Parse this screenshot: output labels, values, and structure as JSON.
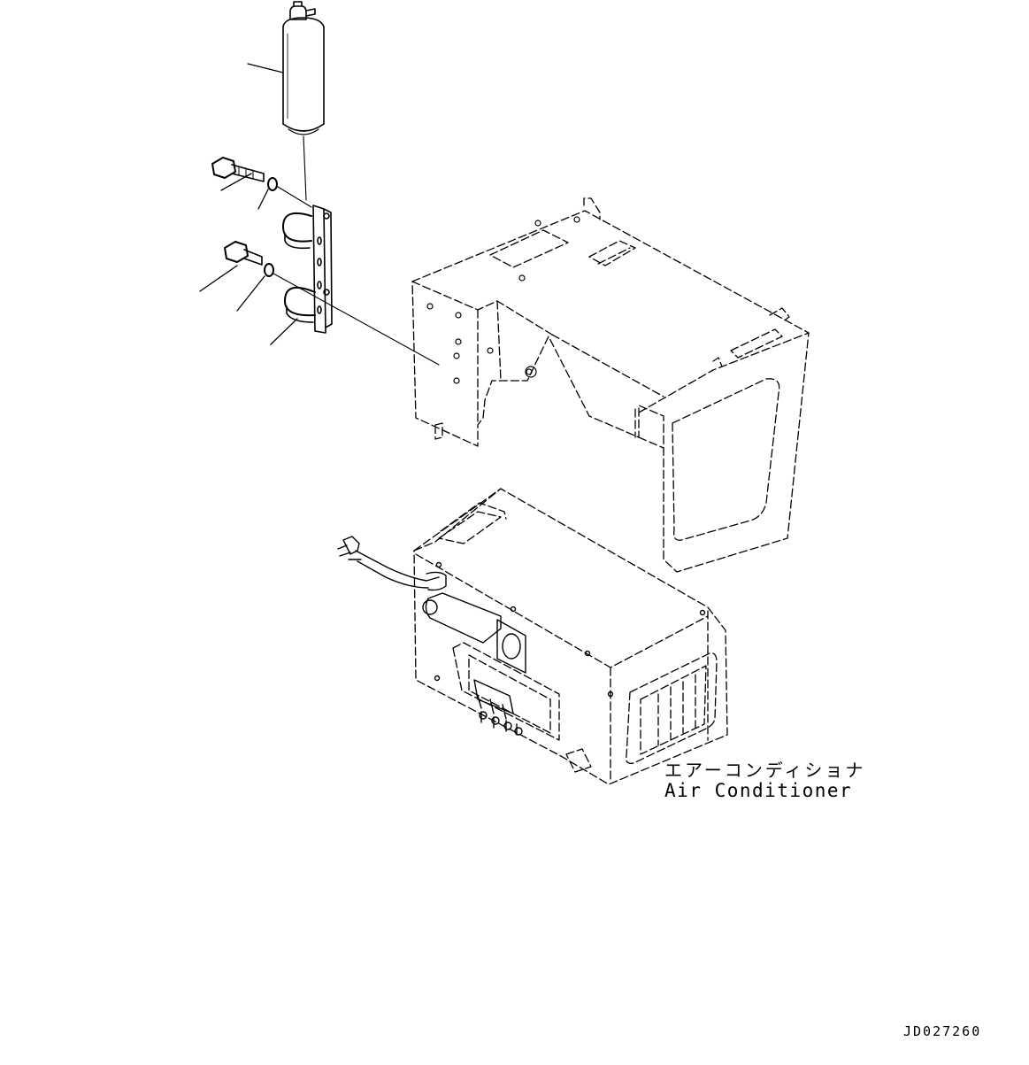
{
  "labels": {
    "component_jp": "エアーコンディショナ",
    "component_en": "Air Conditioner",
    "drawing_id": "JD027260"
  }
}
